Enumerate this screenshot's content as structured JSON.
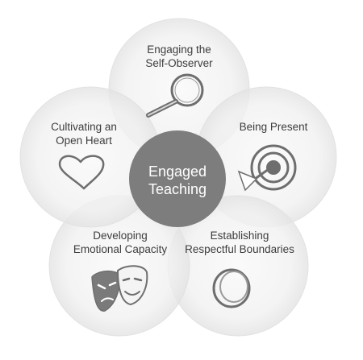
{
  "center": {
    "line1": "Engaged",
    "line2": "Teaching"
  },
  "petals": {
    "self_observer": {
      "line1": "Engaging the",
      "line2": "Self-Observer",
      "icon": "magnifying-glass-icon"
    },
    "present": {
      "line1": "Being Present",
      "icon": "target-arrow-icon"
    },
    "boundaries": {
      "line1": "Establishing",
      "line2": "Respectful Boundaries",
      "icon": "ring-icon"
    },
    "emotional": {
      "line1": "Developing",
      "line2": "Emotional Capacity",
      "icon": "theater-masks-icon"
    },
    "heart": {
      "line1": "Cultivating an",
      "line2": "Open Heart",
      "icon": "heart-icon"
    }
  },
  "colors": {
    "center_fill": "#7d7d7d",
    "petal_fill": "#eeeeee",
    "icon_stroke": "#6e6e6e",
    "text": "#3d3d3d"
  }
}
